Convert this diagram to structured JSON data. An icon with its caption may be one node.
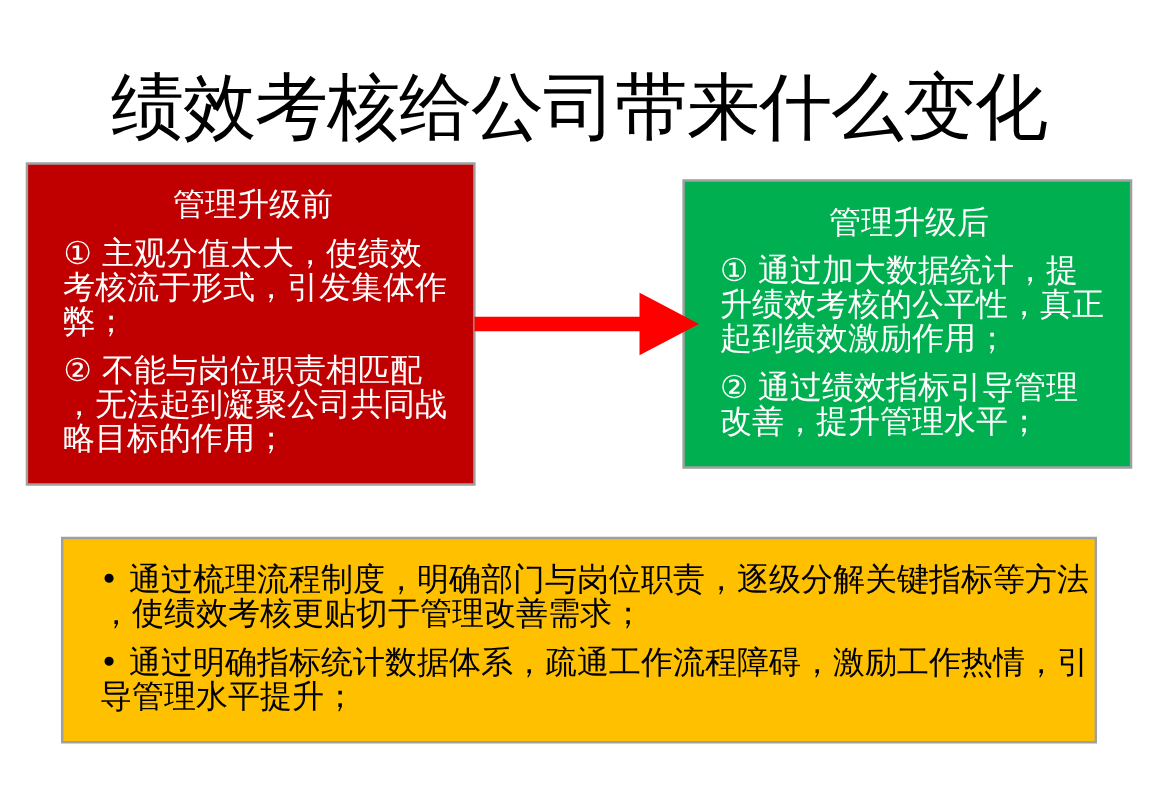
{
  "diagram": {
    "title": "绩效考核给公司带来什么变化",
    "nodes": [
      {
        "text": [
          "管理升级前",
          "① 主观分值太大，使绩效考核流于形式，引发集体作弊；",
          "② 不能与岗位职责相匹配，无法起到凝聚公司共同战略目标的作用；"
        ]
      },
      {
        "text": [
          "管理升级后",
          "① 通过加大数据统计，提升绩效考核的公平性，真正起到绩效激励作用；",
          "② 通过绩效指标引导管理改善，提升管理水平；"
        ]
      },
      {
        "text": [
          "• 通过梳理流程制度，明确部门与岗位职责，逐级分解关键指标等方法，使绩效考核更贴切于管理改善需求；",
          "• 通过明确指标统计数据体系，疏通工作流程障碍，激励工作热情，引导管理水平提升；"
        ]
      }
    ],
    "edges": [
      {
        "from": 0,
        "to": 1,
        "arrow": "to",
        "color": "#ff0000"
      }
    ]
  }
}
